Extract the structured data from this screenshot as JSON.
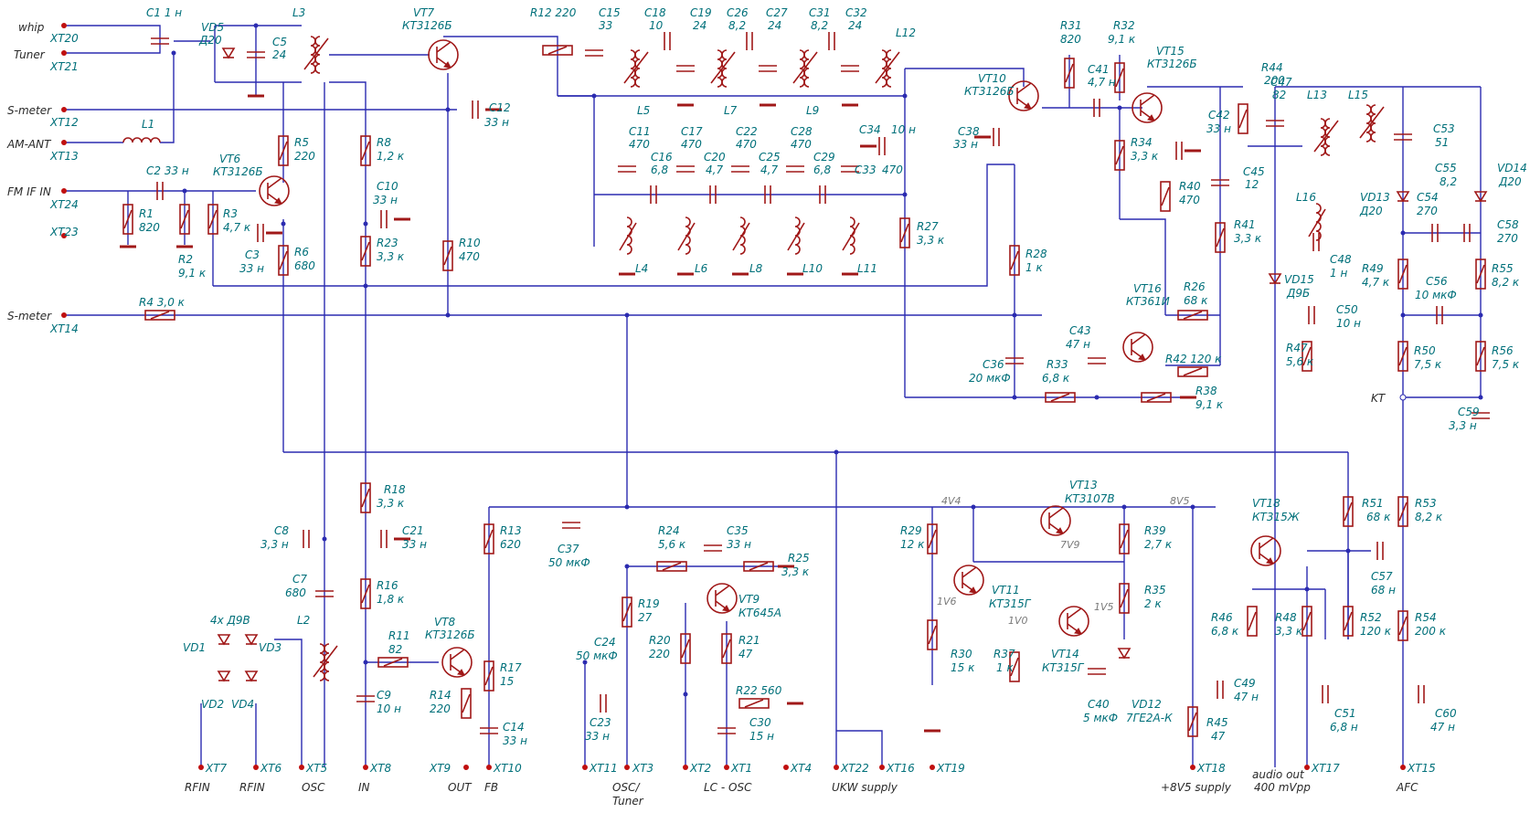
{
  "colors": {
    "wire": "#2b2bb0",
    "component": "#a01818",
    "label": "#00707a",
    "terminal": "#c01010"
  },
  "terminals": {
    "whip": "whip",
    "XT20": "XT20",
    "tuner": "Tuner",
    "XT21": "XT21",
    "smeter1": "S-meter",
    "XT12": "XT12",
    "amant": "AM-ANT",
    "XT13": "XT13",
    "fmif": "FM IF IN",
    "XT24": "XT24",
    "XT23": "XT23",
    "smeter2": "S-meter",
    "XT14": "XT14",
    "XT7": "XT7",
    "rfin1": "RFIN",
    "XT6": "XT6",
    "rfin2": "RFIN",
    "XT5": "XT5",
    "osc": "OSC",
    "XT8": "XT8",
    "in": "IN",
    "XT9": "XT9",
    "out": "OUT",
    "XT10": "XT10",
    "fb": "FB",
    "XT11": "XT11",
    "XT3": "XT3",
    "osctuner": "OSC/",
    "osctuner2": "Tuner",
    "XT2": "XT2",
    "XT1": "XT1",
    "lcosc": "LC - OSC",
    "XT4": "XT4",
    "XT22": "XT22",
    "XT16": "XT16",
    "ukw": "UKW supply",
    "XT19": "XT19",
    "XT18": "XT18",
    "v85supply": "+8V5 supply",
    "audio1": "audio out",
    "XT17": "XT17",
    "audio2": "400 mVpp",
    "XT15": "XT15",
    "afc": "AFC",
    "kt": "KT"
  },
  "nets": {
    "v44": "4V4",
    "v85": "8V5",
    "v79": "7V9",
    "v16": "1V6",
    "v10": "1V0",
    "v15": "1V5"
  },
  "components": {
    "C1": "C1 1 н",
    "VD5": "VD5",
    "VD5v": "Д20",
    "C5": "C5",
    "C5v": "24",
    "L3": "L3",
    "VT7": "VT7",
    "VT7v": "КТ3126Б",
    "R12": "R12 220",
    "C15": "C15",
    "C15v": "33",
    "C18": "C18",
    "C18v": "10",
    "C19": "C19",
    "C19v": "24",
    "C26": "C26",
    "C26v": "8,2",
    "C27": "C27",
    "C27v": "24",
    "C31": "C31",
    "C31v": "8,2",
    "C32": "C32",
    "C32v": "24",
    "L12": "L12",
    "L5": "L5",
    "L7": "L7",
    "L9": "L9",
    "C12": "C12",
    "C12v": "33 н",
    "L1": "L1",
    "R5": "R5",
    "R5v": "220",
    "VT6": "VT6",
    "VT6v": "КТ3126Б",
    "C2": "C2 33 н",
    "R1": "R1",
    "R1v": "820",
    "R2": "R2",
    "R2v": "9,1 к",
    "R3": "R3",
    "R3v": "4,7 к",
    "C3": "C3",
    "C3v": "33 н",
    "R6": "R6",
    "R6v": "680",
    "R8": "R8",
    "R8v": "1,2 к",
    "C10": "C10",
    "C10v": "33 н",
    "R23": "R23",
    "R23v": "3,3 к",
    "R10": "R10",
    "R10v": "470",
    "R4": "R4 3,0 к",
    "C11": "C11",
    "C11v": "470",
    "C16": "C16",
    "C16v": "6,8",
    "C17": "C17",
    "C17v": "470",
    "C20": "C20",
    "C20v": "4,7",
    "C22": "C22",
    "C22v": "470",
    "C25": "C25",
    "C25v": "4,7",
    "C28": "C28",
    "C28v": "470",
    "C29": "C29",
    "C29v": "6,8",
    "C33": "C33",
    "C33v": "470",
    "C34": "C34",
    "C34v": "10 н",
    "L4": "L4",
    "L6": "L6",
    "L8": "L8",
    "L10": "L10",
    "L11": "L11",
    "R27": "R27",
    "R27v": "3,3 к",
    "R31": "R31",
    "R31v": "820",
    "R32": "R32",
    "R32v": "9,1 к",
    "VT10": "VT10",
    "VT10v": "КТ3126Б",
    "C41": "C41",
    "C41v": "4,7 н",
    "VT15": "VT15",
    "VT15v": "КТ3126Б",
    "C42": "C42",
    "C42v": "33 н",
    "C38": "C38",
    "C38v": "33 н",
    "R34": "R34",
    "R34v": "3,3 к",
    "R40": "R40",
    "R40v": "470",
    "R44": "R44",
    "R44v": "200",
    "C47": "C47",
    "C47v": "82",
    "L13": "L13",
    "L15": "L15",
    "C53": "C53",
    "C53v": "51",
    "C45": "C45",
    "C45v": "12",
    "R41": "R41",
    "R41v": "3,3 к",
    "R28": "R28",
    "R28v": "1 к",
    "VT16": "VT16",
    "VT16v": "КТ361И",
    "R26": "R26",
    "R26v": "68 к",
    "C43": "C43",
    "C43v": "47 н",
    "R42": "R42 120 к",
    "C36": "C36",
    "C36v": "20 мкФ",
    "R33": "R33",
    "R33v": "6,8 к",
    "R38": "R38",
    "R38v": "9,1 к",
    "L16": "L16",
    "C48": "C48",
    "C48v": "1 н",
    "VD15": "VD15",
    "VD15v": "Д9Б",
    "C50": "C50",
    "C50v": "10 н",
    "R47": "R47",
    "R47v": "5,6 к",
    "C55": "C55",
    "C55v": "8,2",
    "VD13": "VD13",
    "VD13v": "Д20",
    "C54": "C54",
    "C54v": "270",
    "VD14": "VD14",
    "VD14v": "Д20",
    "C58": "C58",
    "C58v": "270",
    "R49": "R49",
    "R49v": "4,7 к",
    "C56": "C56",
    "C56v": "10 мкФ",
    "R55": "R55",
    "R55v": "8,2 к",
    "R50": "R50",
    "R50v": "7,5 к",
    "R56": "R56",
    "R56v": "7,5 к",
    "C59": "C59",
    "C59v": "3,3 н",
    "R18": "R18",
    "R18v": "3,3 к",
    "C8": "C8",
    "C8v": "3,3 н",
    "C21": "C21",
    "C21v": "33 н",
    "C7": "C7",
    "C7v": "680",
    "R16": "R16",
    "R16v": "1,8 к",
    "L2": "L2",
    "D9v": "4x Д9В",
    "VD1": "VD1",
    "VD3": "VD3",
    "VD2": "VD2",
    "VD4": "VD4",
    "R11": "R11",
    "R11v": "82",
    "VT8": "VT8",
    "VT8v": "КТ3126Б",
    "C9": "C9",
    "C9v": "10 н",
    "R14": "R14",
    "R14v": "220",
    "R13": "R13",
    "R13v": "620",
    "R17": "R17",
    "R17v": "15",
    "C14": "C14",
    "C14v": "33 н",
    "C37": "C37",
    "C37v": "50 мкФ",
    "R24": "R24",
    "R24v": "5,6 к",
    "C35": "C35",
    "C35v": "33 н",
    "R25": "R25",
    "R25v": "3,3 к",
    "R19": "R19",
    "R19v": "27",
    "VT9": "VT9",
    "VT9v": "КТ645А",
    "C24": "C24",
    "C24v": "50 мкФ",
    "R20": "R20",
    "R20v": "220",
    "R21": "R21",
    "R21v": "47",
    "C23": "C23",
    "C23v": "33 н",
    "R22": "R22 560",
    "C30": "C30",
    "C30v": "15 н",
    "R29": "R29",
    "R29v": "12 к",
    "VT11": "VT11",
    "VT11v": "КТ315Г",
    "VT13": "VT13",
    "VT13v": "КТ3107В",
    "R39": "R39",
    "R39v": "2,7 к",
    "R35": "R35",
    "R35v": "2 к",
    "VT14": "VT14",
    "VT14v": "КТ315Г",
    "R30": "R30",
    "R30v": "15 к",
    "R37": "R37",
    "R37v": "1 к",
    "C40": "C40",
    "C40v": "5 мкФ",
    "VD12": "VD12",
    "VD12v": "7ГЕ2А-К",
    "VT18": "VT18",
    "VT18v": "КТ315Ж",
    "R51": "R51",
    "R51v": "68 к",
    "R53": "R53",
    "R53v": "8,2 к",
    "C57": "C57",
    "C57v": "68 н",
    "R46": "R46",
    "R46v": "6,8 к",
    "R48": "R48",
    "R48v": "3,3 к",
    "R52": "R52",
    "R52v": "120 к",
    "R54": "R54",
    "R54v": "200 к",
    "C49": "C49",
    "C49v": "47 н",
    "R45": "R45",
    "R45v": "47",
    "C51": "C51",
    "C51v": "6,8 н",
    "C60": "C60",
    "C60v": "47 н"
  }
}
